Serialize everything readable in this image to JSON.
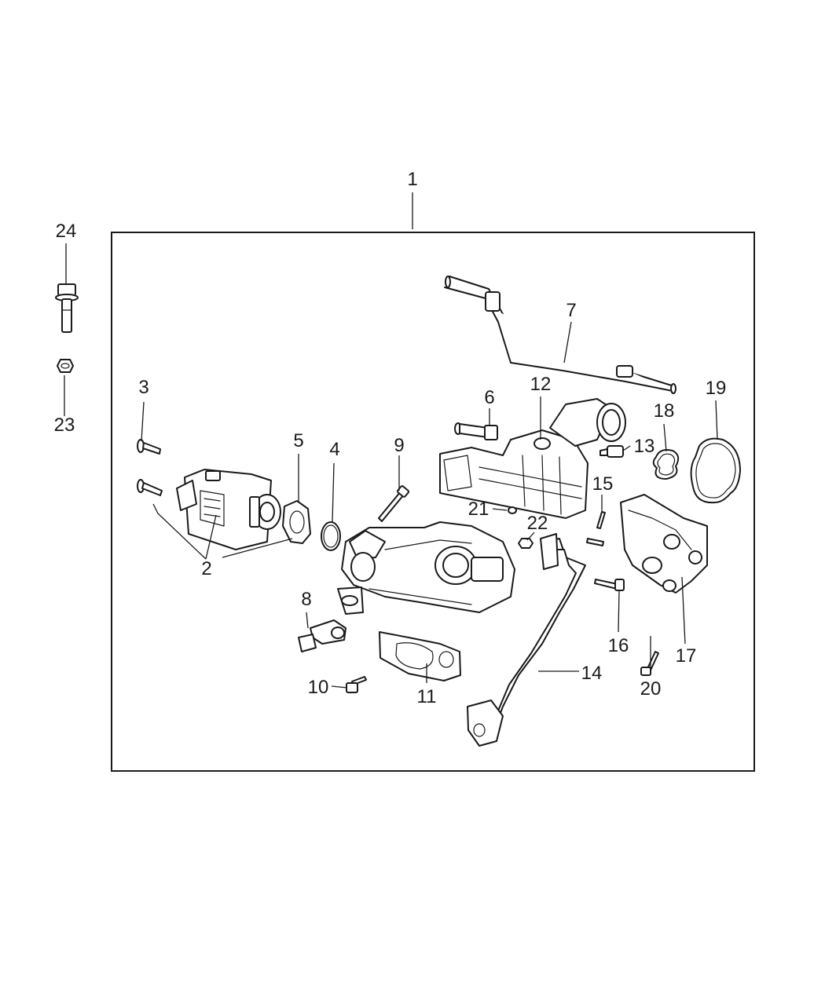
{
  "diagram": {
    "callouts": {
      "c1": "1",
      "c2": "2",
      "c3": "3",
      "c4": "4",
      "c5": "5",
      "c6": "6",
      "c7": "7",
      "c8": "8",
      "c9": "9",
      "c10": "10",
      "c11": "11",
      "c12": "12",
      "c13": "13",
      "c14": "14",
      "c15": "15",
      "c16": "16",
      "c17": "17",
      "c18": "18",
      "c19": "19",
      "c20": "20",
      "c21": "21",
      "c22": "22",
      "c23": "23",
      "c24": "24"
    },
    "colors": {
      "line": "#1a1a1a",
      "background": "#ffffff"
    }
  }
}
